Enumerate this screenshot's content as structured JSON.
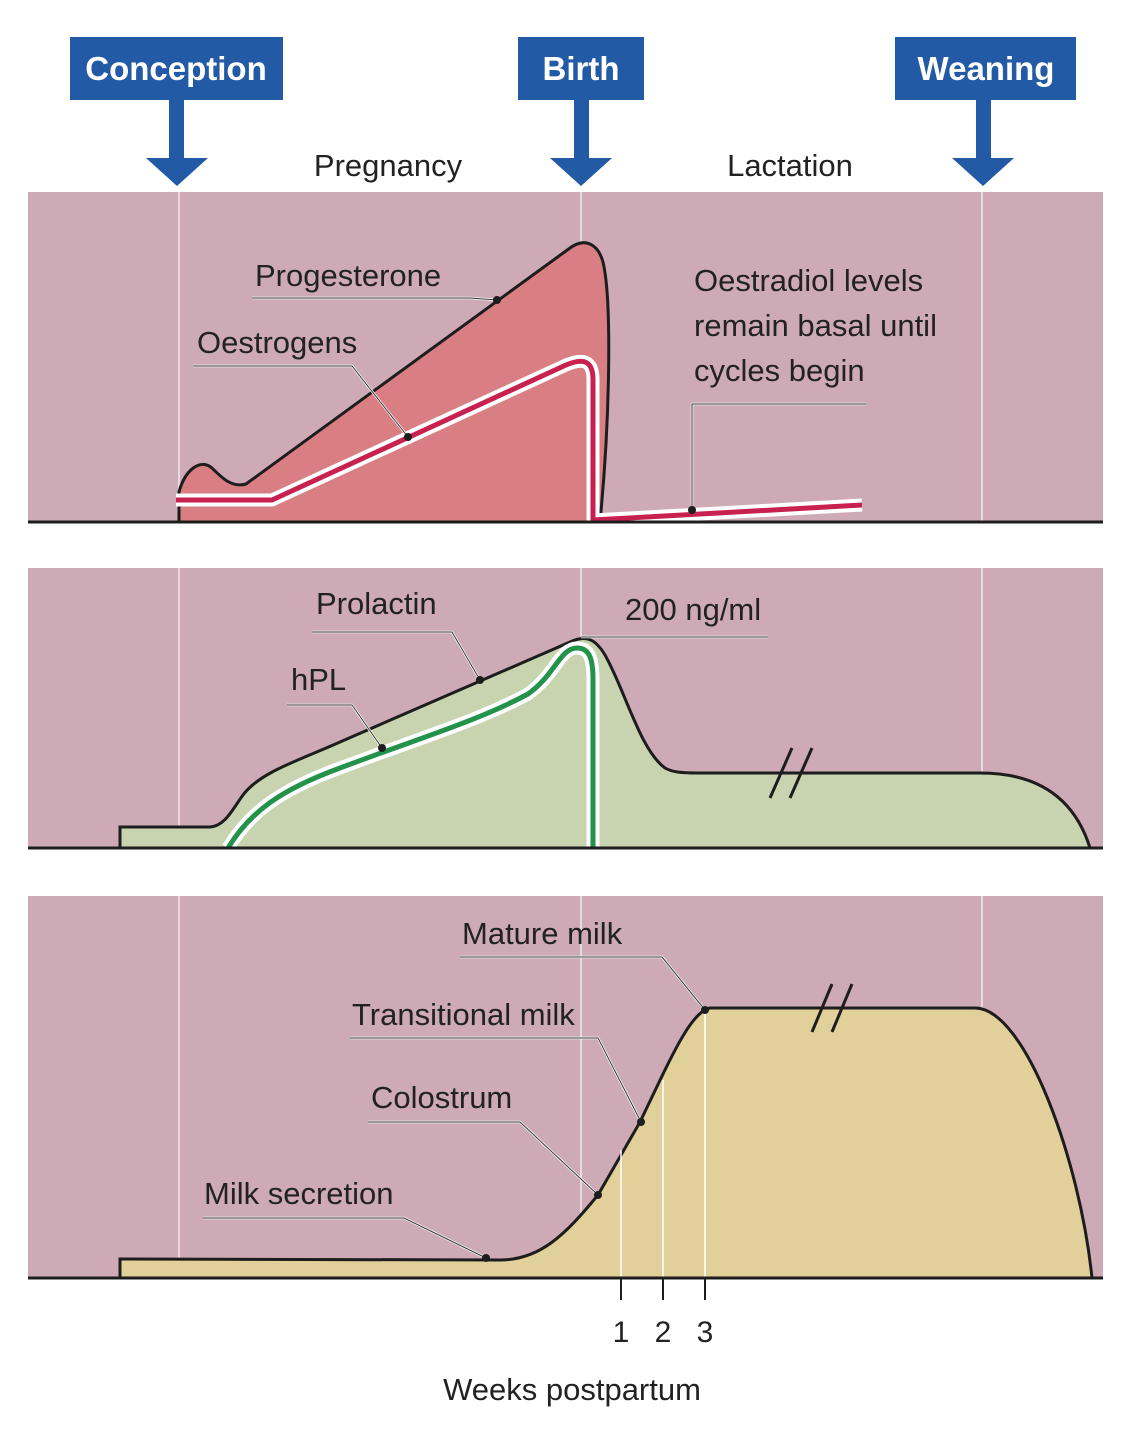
{
  "colors": {
    "panel_bg": "#cdaab6",
    "event_box": "#235aa6",
    "progesterone_fill": "#d97f83",
    "oestrogen_line": "#c8214f",
    "prolactin_fill": "#c8d3af",
    "hpl_line": "#23924a",
    "milk_fill": "#e2d09a",
    "outline": "#1d1d1d"
  },
  "events": [
    {
      "label": "Conception",
      "icon": "arrow-down-icon"
    },
    {
      "label": "Birth",
      "icon": "arrow-down-icon"
    },
    {
      "label": "Weaning",
      "icon": "arrow-down-icon"
    }
  ],
  "phases": {
    "pregnancy": "Pregnancy",
    "lactation": "Lactation"
  },
  "panel1": {
    "progesterone": "Progesterone",
    "oestrogens": "Oestrogens",
    "oestradiol_lines": [
      "Oestradiol levels",
      "remain basal until",
      "cycles begin"
    ]
  },
  "panel2": {
    "prolactin": "Prolactin",
    "hpl": "hPL",
    "peak": "200 ng/ml"
  },
  "panel3": {
    "mature": "Mature milk",
    "transitional": "Transitional milk",
    "colostrum": "Colostrum",
    "secretion": "Milk secretion"
  },
  "axis": {
    "ticks": [
      "1",
      "2",
      "3"
    ],
    "title": "Weeks postpartum"
  }
}
